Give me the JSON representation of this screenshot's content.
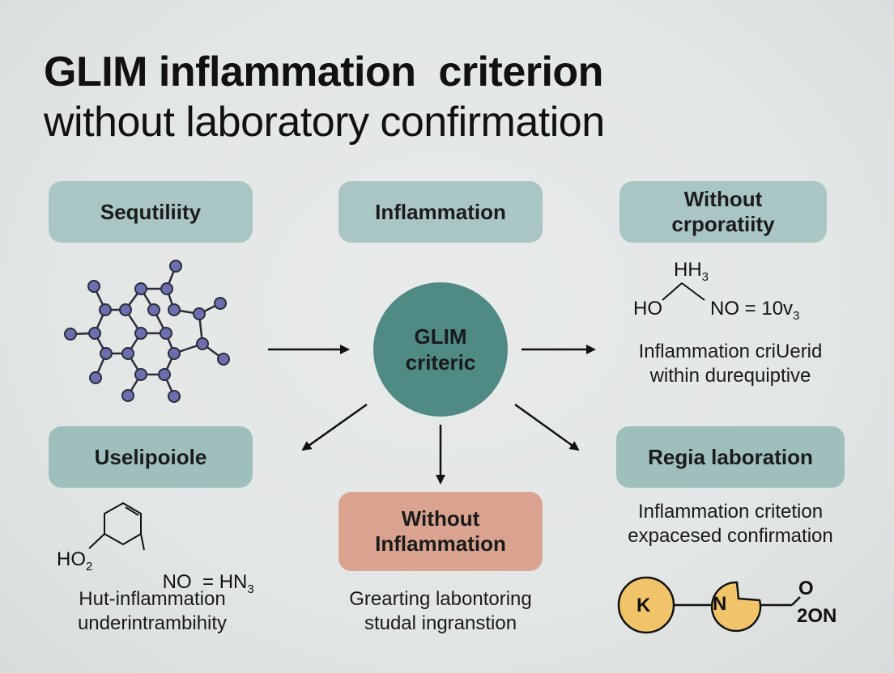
{
  "title": {
    "line1": "GLIM inflammation  criterion",
    "line2": "without laboratory confirmation"
  },
  "boxes": {
    "top_left": "Sequtiliity",
    "top_center": "Inflammation",
    "top_right_1": "Without",
    "top_right_2": "crporatiity",
    "mid_left": "Uselipoiole",
    "mid_right": "Regia laboration",
    "bottom_center_1": "Without",
    "bottom_center_2": "Inflammation"
  },
  "center": {
    "line1": "GLIM",
    "line2": "criteric"
  },
  "chem_top_right": {
    "hh": "HH",
    "hh_sub": "3",
    "ho": "HO",
    "no": "NO = 10v",
    "no_sub": "3"
  },
  "chem_bottom_left": {
    "ho": "HO",
    "ho_sub": "2",
    "no": "NO  = HN",
    "no_sub": "3"
  },
  "chem_bottom_right": {
    "k": "K",
    "n": "N",
    "o": "O",
    "on": "2ON"
  },
  "captions": {
    "right_top_1": "Inflammation criUerid",
    "right_top_2": "within durequiptive",
    "right_mid_1": "Inflammation critetion",
    "right_mid_2": "expacesed confirmation",
    "bottom_left_1": "Hut-inflammation",
    "bottom_left_2": "underintrambihity",
    "bottom_center_1": "Grearting labontoring",
    "bottom_center_2": "studal ingranstion"
  },
  "colors": {
    "box_teal": "#a9c6c4",
    "box_salmon": "#d9a390",
    "center_circle": "#4f8a85",
    "molecule_node": "#6b6fb0",
    "k_circle": "#f2c46a"
  }
}
